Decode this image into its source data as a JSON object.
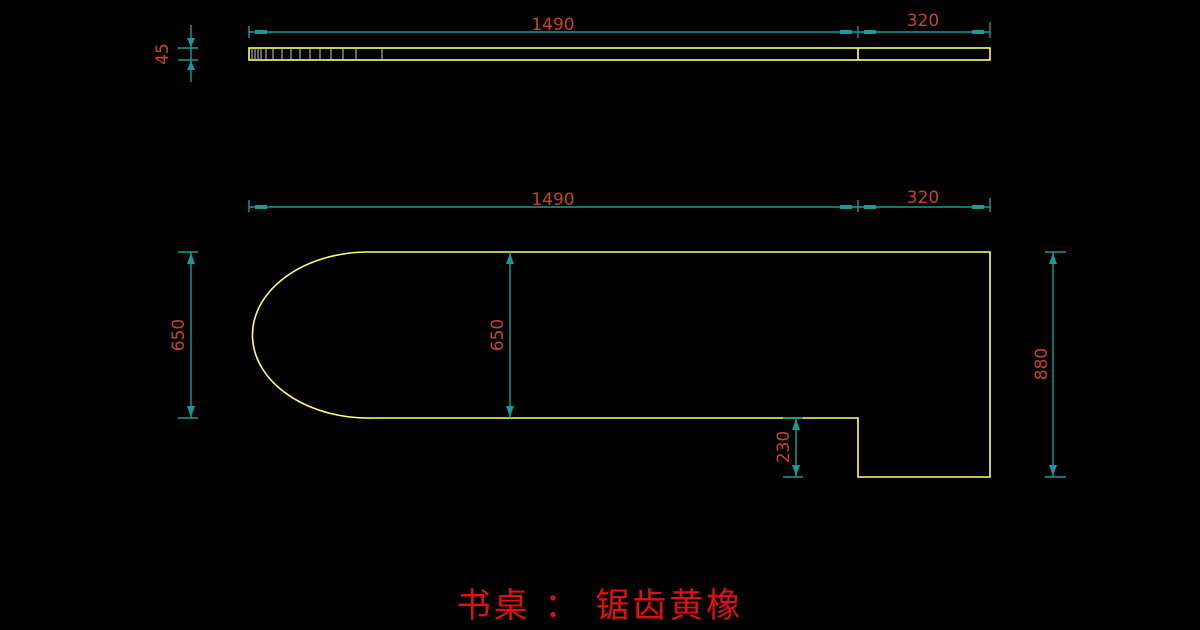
{
  "drawing": {
    "title": "书桌 ： 锯齿黄橡",
    "side_view": {
      "length_main": "1490",
      "length_return": "320",
      "thickness": "45"
    },
    "plan_view": {
      "length_main": "1490",
      "length_return": "320",
      "depth_left": "650",
      "depth_mid": "650",
      "notch": "230",
      "depth_total": "880"
    },
    "colors": {
      "outline": "#ffff66",
      "dimension": "#1a9a9a",
      "dim_text": "#c8432a",
      "title": "#e01010",
      "background": "#000000"
    }
  }
}
